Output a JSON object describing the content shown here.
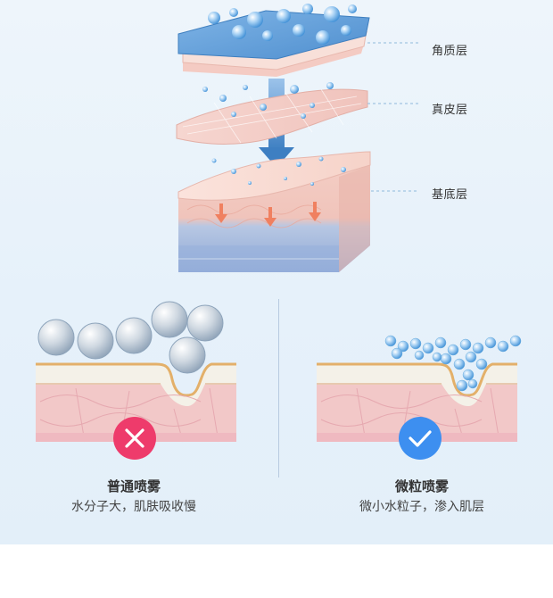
{
  "diagram": {
    "layers": [
      {
        "label": "角质层"
      },
      {
        "label": "真皮层"
      },
      {
        "label": "基底层"
      }
    ]
  },
  "comparison": {
    "left": {
      "title": "普通喷雾",
      "description": "水分子大，肌肤吸收慢",
      "badge_icon": "cross-icon",
      "badge_color": "#ee3b6b"
    },
    "right": {
      "title": "微粒喷雾",
      "description": "微小水粒子，渗入肌层",
      "badge_icon": "check-icon",
      "badge_color": "#3d8ff0"
    }
  },
  "colors": {
    "background": "#e8f2fa",
    "water_drop": "#4a9bd9",
    "skin_pink": "#f2c6c4",
    "arrow_blue": "#5b95cf"
  }
}
